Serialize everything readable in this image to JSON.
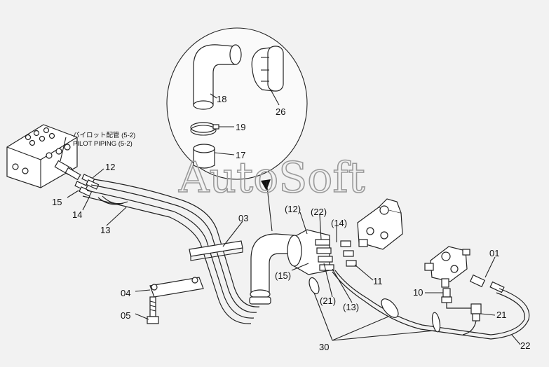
{
  "watermark": "AutoSoft",
  "reference_note": {
    "line1": "パイロット配管 (5-2)",
    "line2": "PILOT PIPING (5-2)"
  },
  "callouts": {
    "c01": "01",
    "c03": "03",
    "c04": "04",
    "c05": "05",
    "c10": "10",
    "c11": "11",
    "c12": "12",
    "c12p": "(12)",
    "c13": "13",
    "c13p": "(13)",
    "c14": "14",
    "c14p": "(14)",
    "c15": "15",
    "c15p": "(15)",
    "c17": "17",
    "c18": "18",
    "c19": "19",
    "c21": "21",
    "c21p": "(21)",
    "c22": "22",
    "c22p": "(22)",
    "c26": "26",
    "c30": "30"
  }
}
